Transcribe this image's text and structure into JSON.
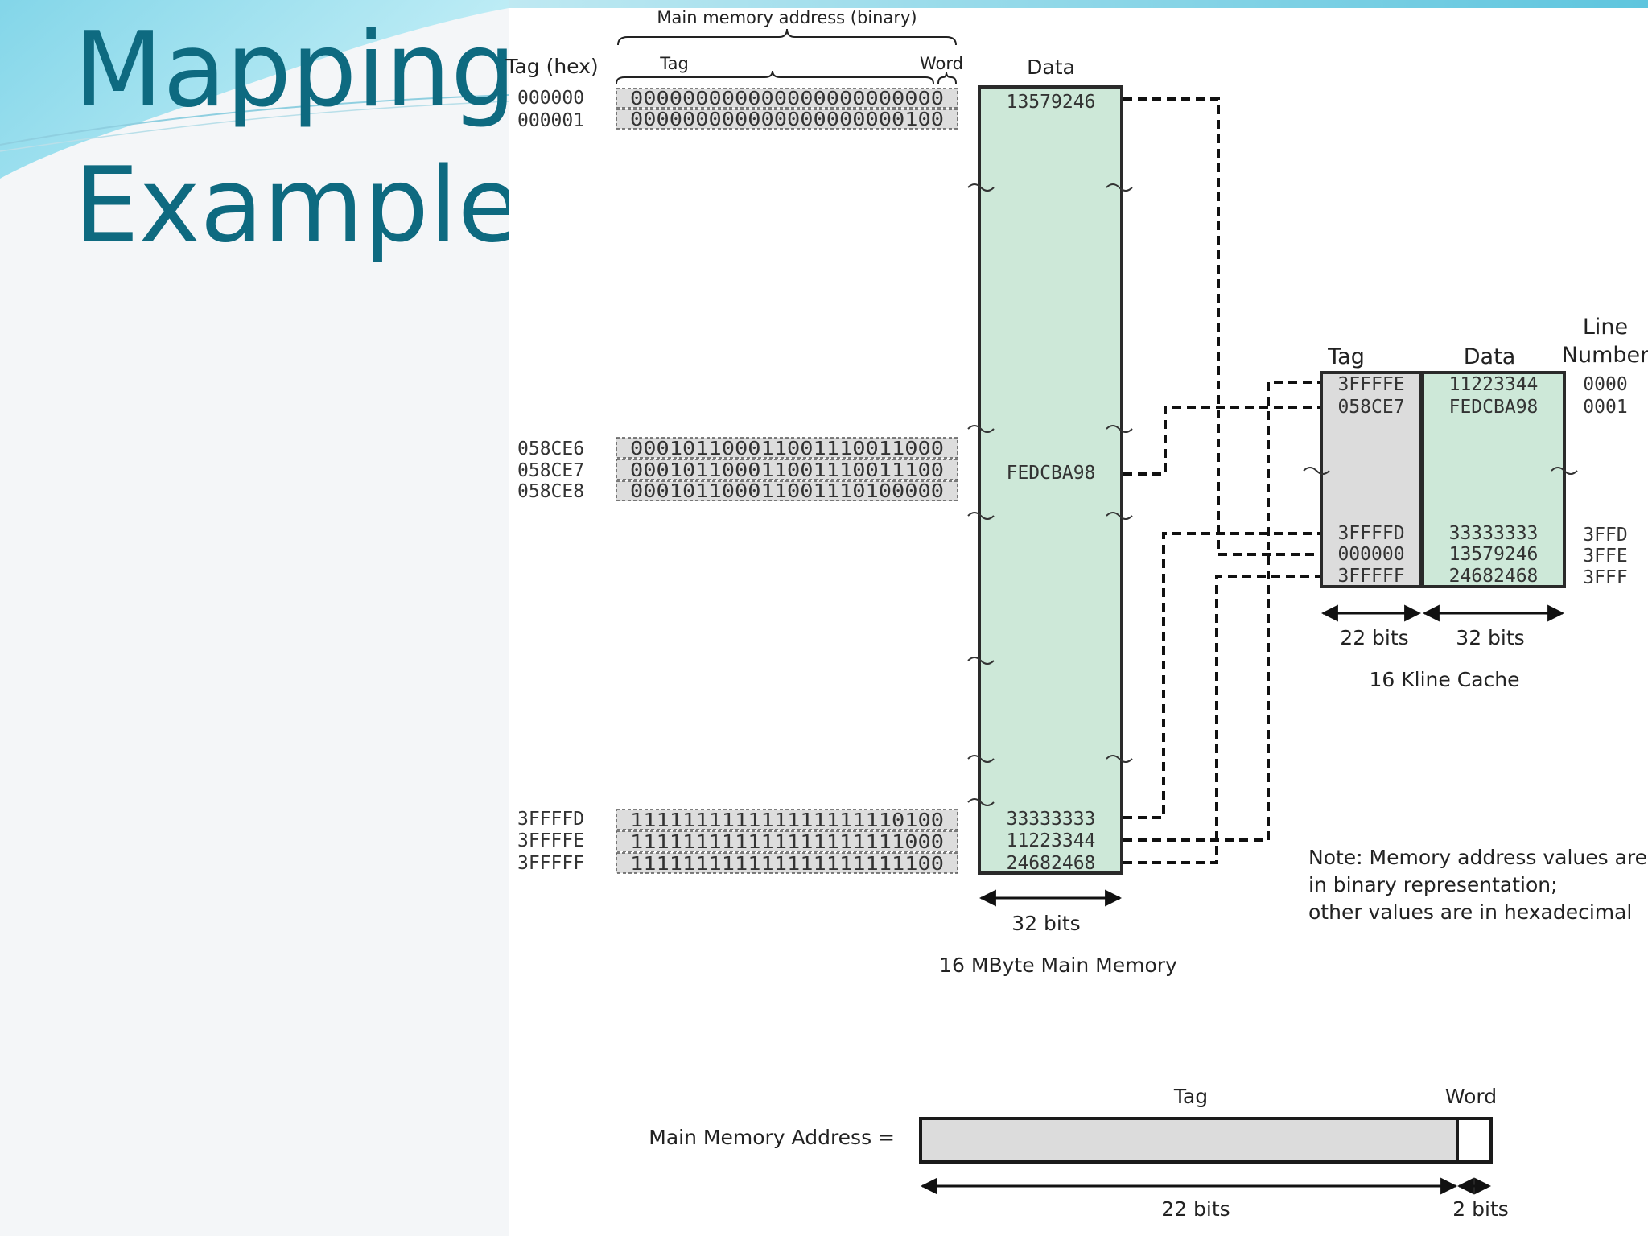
{
  "slide": {
    "title_line1": "Mapping",
    "title_line2": "Example"
  },
  "main_memory": {
    "address_caption": "Main memory address (binary)",
    "tag_hex_header": "Tag (hex)",
    "tag_header": "Tag",
    "word_header": "Word",
    "data_header": "Data",
    "rows": [
      {
        "tag": "000000",
        "binary": "000000000000000000000000",
        "data": "13579246"
      },
      {
        "tag": "000001",
        "binary": "000000000000000000000100",
        "data": ""
      },
      {
        "tag": "058CE6",
        "binary": "000101100011001110011000",
        "data": ""
      },
      {
        "tag": "058CE7",
        "binary": "000101100011001110011100",
        "data": "FEDCBA98"
      },
      {
        "tag": "058CE8",
        "binary": "000101100011001110100000",
        "data": ""
      },
      {
        "tag": "3FFFFD",
        "binary": "111111111111111111110100",
        "data": "33333333"
      },
      {
        "tag": "3FFFFE",
        "binary": "111111111111111111111000",
        "data": "11223344"
      },
      {
        "tag": "3FFFFF",
        "binary": "111111111111111111111100",
        "data": "24682468"
      }
    ],
    "width_label": "32 bits",
    "caption": "16 MByte Main Memory"
  },
  "cache": {
    "tag_header": "Tag",
    "data_header": "Data",
    "line_number_header_1": "Line",
    "line_number_header_2": "Number",
    "rows": [
      {
        "tag": "3FFFFE",
        "data": "11223344",
        "line": "0000"
      },
      {
        "tag": "058CE7",
        "data": "FEDCBA98",
        "line": "0001"
      },
      {
        "tag": "3FFFFD",
        "data": "33333333",
        "line": "3FFD"
      },
      {
        "tag": "000000",
        "data": "13579246",
        "line": "3FFE"
      },
      {
        "tag": "3FFFFF",
        "data": "24682468",
        "line": "3FFF"
      }
    ],
    "tag_width_label": "22 bits",
    "data_width_label": "32 bits",
    "caption": "16 Kline Cache"
  },
  "note": {
    "line1": "Note: Memory address values are",
    "line2": "in binary representation;",
    "line3": "other values are in hexadecimal"
  },
  "address_format": {
    "label": "Main Memory Address =",
    "tag_label": "Tag",
    "word_label": "Word",
    "tag_bits": "22 bits",
    "word_bits": "2 bits"
  },
  "colors": {
    "title": "#0e6a80",
    "memory_fill": "#cde8d8",
    "tag_fill": "#dcdcdc",
    "accent_cyan": "#5ec5de"
  }
}
